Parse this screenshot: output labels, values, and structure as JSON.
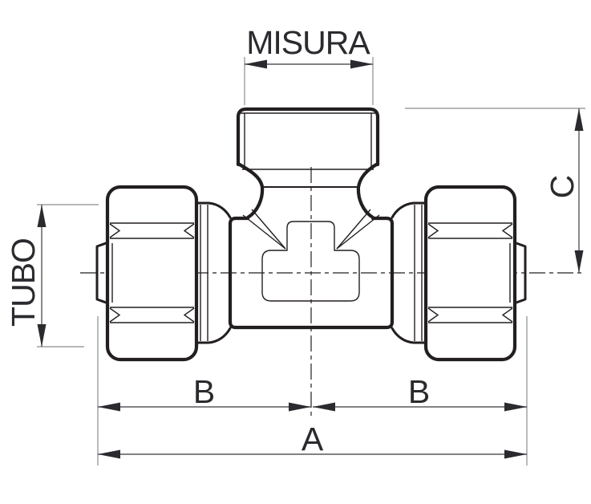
{
  "drawing": {
    "subject": "tee-compression-fitting-side-view",
    "dimensions": {
      "misura": "MISURA",
      "tubo": "TUBO",
      "c": "C",
      "b_left": "B",
      "b_right": "B",
      "a": "A"
    },
    "colors": {
      "background": "#ffffff",
      "outline": "#231f20",
      "dimension": "#58595b",
      "extension": "#8a8c8f",
      "text": "#2b2a2e"
    }
  }
}
